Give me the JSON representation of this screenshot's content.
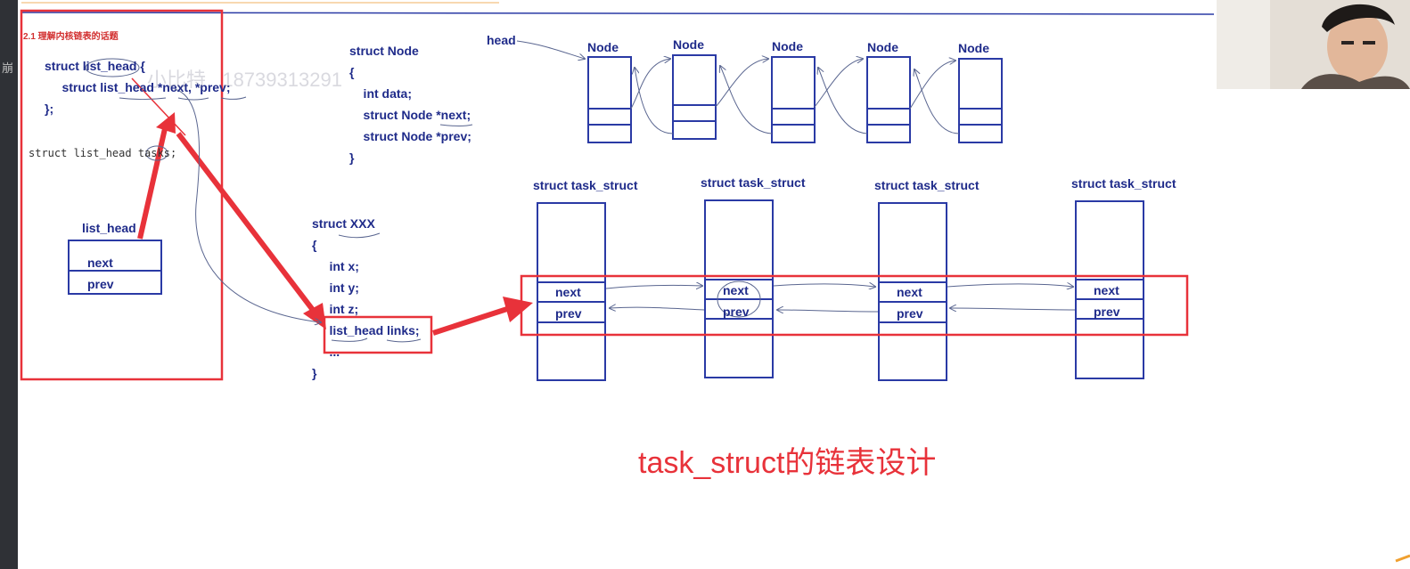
{
  "section_title": "2.1 理解内核链表的话题",
  "list_head_def": {
    "lines": [
      "struct list_head {",
      "     struct list_head *next, *prev;",
      "};"
    ]
  },
  "tasks_decl": "struct list_head tasks;",
  "list_head_box": {
    "label": "list_head",
    "fields": [
      "next",
      "prev"
    ]
  },
  "node_struct": {
    "lines": [
      "struct Node",
      "{",
      "    int data;",
      "    struct Node *next;",
      "    struct Node *prev;",
      "}"
    ]
  },
  "xxx_struct": {
    "lines": [
      "struct XXX",
      "{",
      "     int x;",
      "     int y;",
      "     int z;",
      "     list_head links;",
      "     ...",
      "}"
    ]
  },
  "head_label": "head",
  "nodes": [
    "Node",
    "Node",
    "Node",
    "Node",
    "Node"
  ],
  "task_structs": [
    {
      "label": "struct task_struct",
      "fields": [
        "next",
        "prev"
      ]
    },
    {
      "label": "struct task_struct",
      "fields": [
        "next",
        "prev"
      ]
    },
    {
      "label": "struct task_struct",
      "fields": [
        "next",
        "prev"
      ]
    },
    {
      "label": "struct task_struct",
      "fields": [
        "next",
        "prev"
      ]
    }
  ],
  "caption": "task_struct的链表设计",
  "watermark": "小比特   18739313291",
  "colors": {
    "diagram": "#2a3aa5",
    "annotation": "#e8323a",
    "text": "#1f2b8a"
  }
}
